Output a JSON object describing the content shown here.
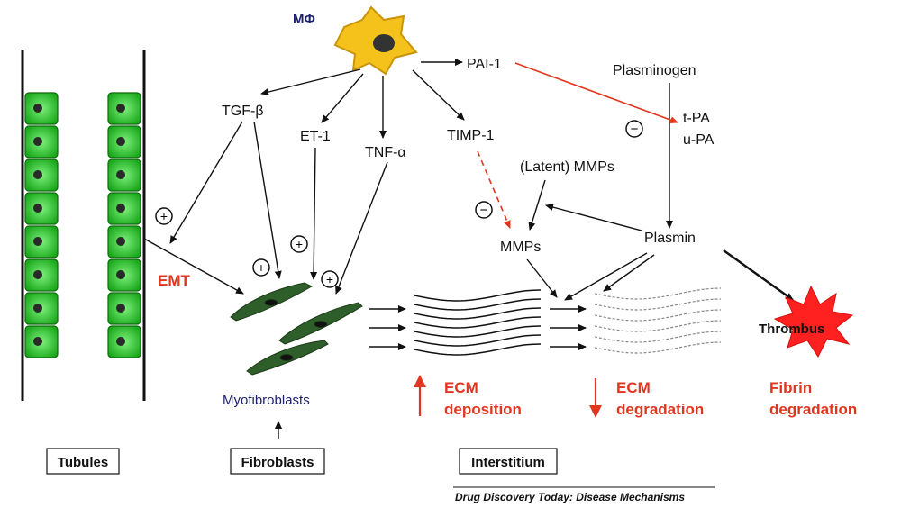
{
  "labels": {
    "macrophage": "MΦ",
    "pai1": "PAI-1",
    "plasminogen": "Plasminogen",
    "tgfb": "TGF-β",
    "et1": "ET-1",
    "tnfa": "TNF-α",
    "timp1": "TIMP-1",
    "tpa": "t-PA",
    "upa": "u-PA",
    "latent_mmps": "(Latent) MMPs",
    "mmps": "MMPs",
    "plasmin": "Plasmin",
    "emt": "EMT",
    "thrombus": "Thrombus",
    "myofibroblasts": "Myofibroblasts",
    "ecm_dep_1": "ECM",
    "ecm_dep_2": "deposition",
    "ecm_deg_1": "ECM",
    "ecm_deg_2": "degradation",
    "fibrin_1": "Fibrin",
    "fibrin_2": "degradation",
    "plus": "+",
    "minus": "−"
  },
  "boxes": {
    "tubules": "Tubules",
    "fibroblasts": "Fibroblasts",
    "interstitium": "Interstitium"
  },
  "source": "Drug Discovery Today: Disease Mechanisms",
  "colors": {
    "red": "#e0361f",
    "cell_green": "#2fc42f",
    "myofibroblast": "#2e5e2a",
    "macrophage": "#f5c21b",
    "label_blue": "#1b1f6b"
  }
}
